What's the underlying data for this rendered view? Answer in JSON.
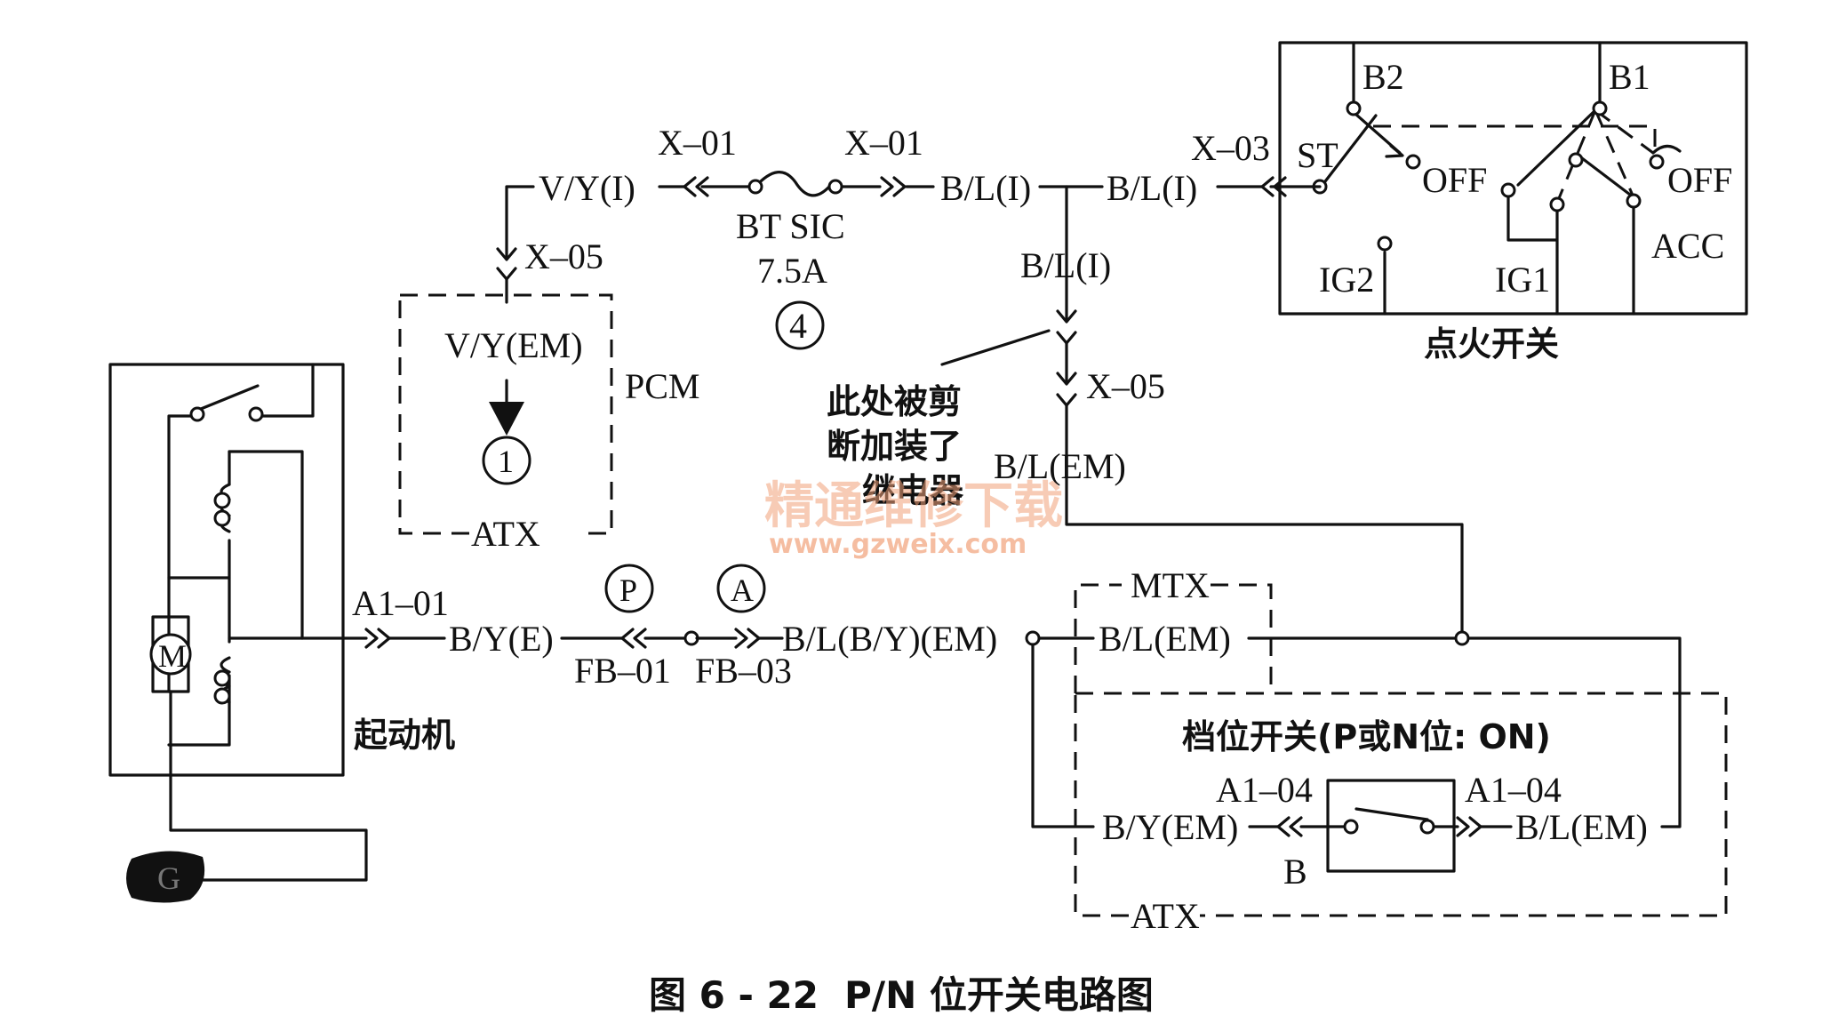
{
  "ignition_switch": {
    "label": "点火开关",
    "terminals": {
      "b2": "B2",
      "b1": "B1",
      "st": "ST",
      "off_left": "OFF",
      "off_right": "OFF",
      "ig2": "IG2",
      "ig1": "IG1",
      "acc": "ACC"
    }
  },
  "fuse": {
    "left_connector": "X–01",
    "right_connector": "X–01",
    "name": "BT SIC",
    "rating": "7.5A",
    "number": "4"
  },
  "wires": {
    "vy_i": "V/Y(I)",
    "bl_i_1": "B/L(I)",
    "bl_i_2": "B/L(I)",
    "bl_i_3": "B/L(I)",
    "bl_em_top": "B/L(EM)",
    "by_e": "B/Y(E)",
    "bl_by_em": "B/L(B/Y)(EM)",
    "bl_em_mtx": "B/L(EM)",
    "by_em_gear": "B/Y(EM)",
    "bl_em_gear": "B/L(EM)"
  },
  "connectors": {
    "x03": "X–03",
    "x05_left": "X–05",
    "x05_right": "X–05",
    "a1_01": "A1–01",
    "fb01": "FB–01",
    "fb03": "FB–03",
    "a1_04_left": "A1–04",
    "a1_04_right": "A1–04",
    "b": "B"
  },
  "pcm": {
    "label": "PCM",
    "wire": "V/Y(EM)",
    "ref": "1",
    "atx": "ATX"
  },
  "annotation": {
    "line1": "此处被剪",
    "line2": "断加装了",
    "line3": "继电器"
  },
  "markers": {
    "p": "P",
    "a": "A"
  },
  "mtx": "MTX",
  "gear_switch": {
    "label": "档位开关(P或N位: ON)",
    "atx": "ATX"
  },
  "starter": {
    "label": "起动机",
    "motor": "M",
    "ground": "G"
  },
  "watermark": {
    "text": "精通维修下载",
    "url": "www.gzweix.com"
  },
  "caption": {
    "figure": "图 6 - 22",
    "title": "P/N 位开关电路图"
  }
}
